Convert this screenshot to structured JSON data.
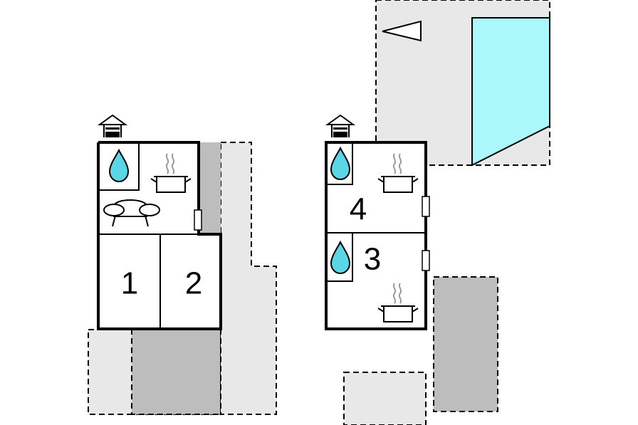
{
  "plan": {
    "rooms": [
      {
        "id": "room-1",
        "label": "1"
      },
      {
        "id": "room-2",
        "label": "2"
      },
      {
        "id": "room-3",
        "label": "3"
      },
      {
        "id": "room-4",
        "label": "4"
      }
    ],
    "icons": [
      "water-drop-icon",
      "cooking-pot-icon",
      "sofa-icon",
      "house-entrance-icon",
      "window-icon",
      "north-arrow-icon"
    ],
    "colors": {
      "wall": "#000000",
      "terrace_light": "#e8e8e8",
      "terrace_dark": "#bdbdbd",
      "pool": "#aaf8fa",
      "drop": "#5bd6e4",
      "steam": "#9a9a9a"
    }
  }
}
